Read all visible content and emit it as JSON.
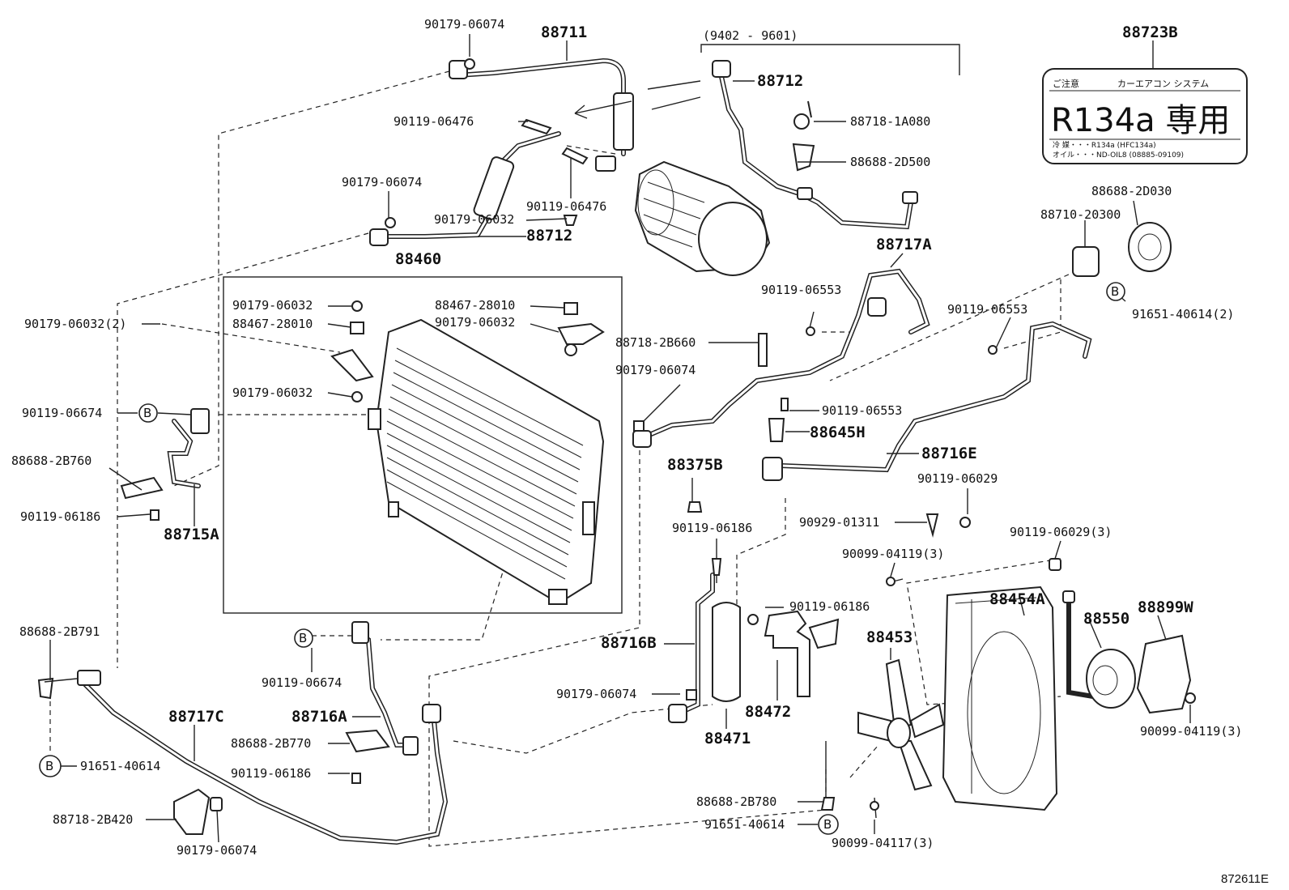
{
  "labels": {
    "p88711": "88711",
    "p90179_06074_a": "90179-06074",
    "p9402": "(9402 - 9601)",
    "p88712_a": "88712",
    "p88723b": "88723B",
    "p90119_06476_a": "90119-06476",
    "p88718_1a080": "88718-1A080",
    "p88688_2d500": "88688-2D500",
    "p90179_06074_b": "90179-06074",
    "p90119_06476_b": "90119-06476",
    "p88712_b": "88712",
    "p88688_2d030": "88688-2D030",
    "p88710_20300": "88710-20300",
    "p88460": "88460",
    "p88717a": "88717A",
    "p90179_06032_a": "90179-06032",
    "p90179_06032_b": "90179-06032",
    "p88467_28010_a": "88467-28010",
    "p88467_28010_b": "88467-28010",
    "p90179_06032_c": "90179-06032",
    "p90179_06032_2": "90179-06032(2)",
    "p90119_06553_a": "90119-06553",
    "p91651_40614_2": "91651-40614(2)",
    "p90119_06553_b": "90119-06553",
    "p88718_2b660": "88718-2B660",
    "p90179_06032_d": "90179-06032",
    "p90179_06074_c": "90179-06074",
    "p90119_06674_a": "90119-06674",
    "p90119_06553_c": "90119-06553",
    "p88645h": "88645H",
    "p88688_2b760": "88688-2B760",
    "p88716e": "88716E",
    "p88375b": "88375B",
    "p90119_06029": "90119-06029",
    "p90119_06186_a": "90119-06186",
    "p88715a": "88715A",
    "p90929_01311": "90929-01311",
    "p90119_06186_b": "90119-06186",
    "p90119_06029_3": "90119-06029(3)",
    "p90099_04119_3a": "90099-04119(3)",
    "p88454a": "88454A",
    "p90119_06186_c": "90119-06186",
    "p88688_2b791": "88688-2B791",
    "p88716b": "88716B",
    "p88453": "88453",
    "p88550": "88550",
    "p88899w": "88899W",
    "p90119_06674_b": "90119-06674",
    "p90179_06074_d": "90179-06074",
    "p88472": "88472",
    "p88717c": "88717C",
    "p88716a": "88716A",
    "p88471": "88471",
    "p90099_04119_3b": "90099-04119(3)",
    "p88688_2b770": "88688-2B770",
    "p91651_40614_a": "91651-40614",
    "p90119_06186_d": "90119-06186",
    "p88718_2b420": "88718-2B420",
    "p88688_2b780": "88688-2B780",
    "p91651_40614_b": "91651-40614",
    "p90179_06074_e": "90179-06074",
    "p90099_04117_3": "90099-04117(3)",
    "drawing_no": "872611E"
  },
  "callout": "B",
  "sticker": {
    "line1_a": "ご注意",
    "line1_b": "カーエアコン システム",
    "main": "R134a 専用",
    "line3": "冷 媒・・・R134a (HFC134a)",
    "line4": "オイル・・・ND-OIL8 (08885-09109)"
  }
}
